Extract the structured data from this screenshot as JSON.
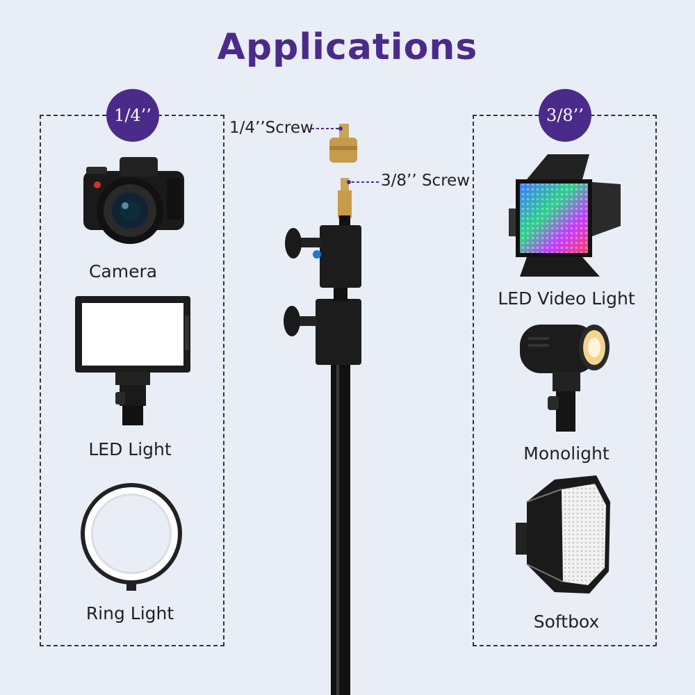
{
  "title": "Applications",
  "left_panel": {
    "badge": "1/4’’",
    "items": [
      {
        "label": "Camera",
        "icon": "camera-icon"
      },
      {
        "label": "LED Light",
        "icon": "led-light-panel-icon"
      },
      {
        "label": "Ring Light",
        "icon": "ring-light-icon"
      }
    ]
  },
  "right_panel": {
    "badge": "3/8’’",
    "items": [
      {
        "label": "LED Video Light",
        "icon": "led-video-light-icon"
      },
      {
        "label": "Monolight",
        "icon": "monolight-icon"
      },
      {
        "label": "Softbox",
        "icon": "softbox-icon"
      }
    ]
  },
  "callouts": {
    "screw_quarter": "1/4’’Screw",
    "screw_three_eighths": "3/8’’ Screw"
  },
  "colors": {
    "background": "#e9edf5",
    "accent": "#4b2b8a"
  }
}
